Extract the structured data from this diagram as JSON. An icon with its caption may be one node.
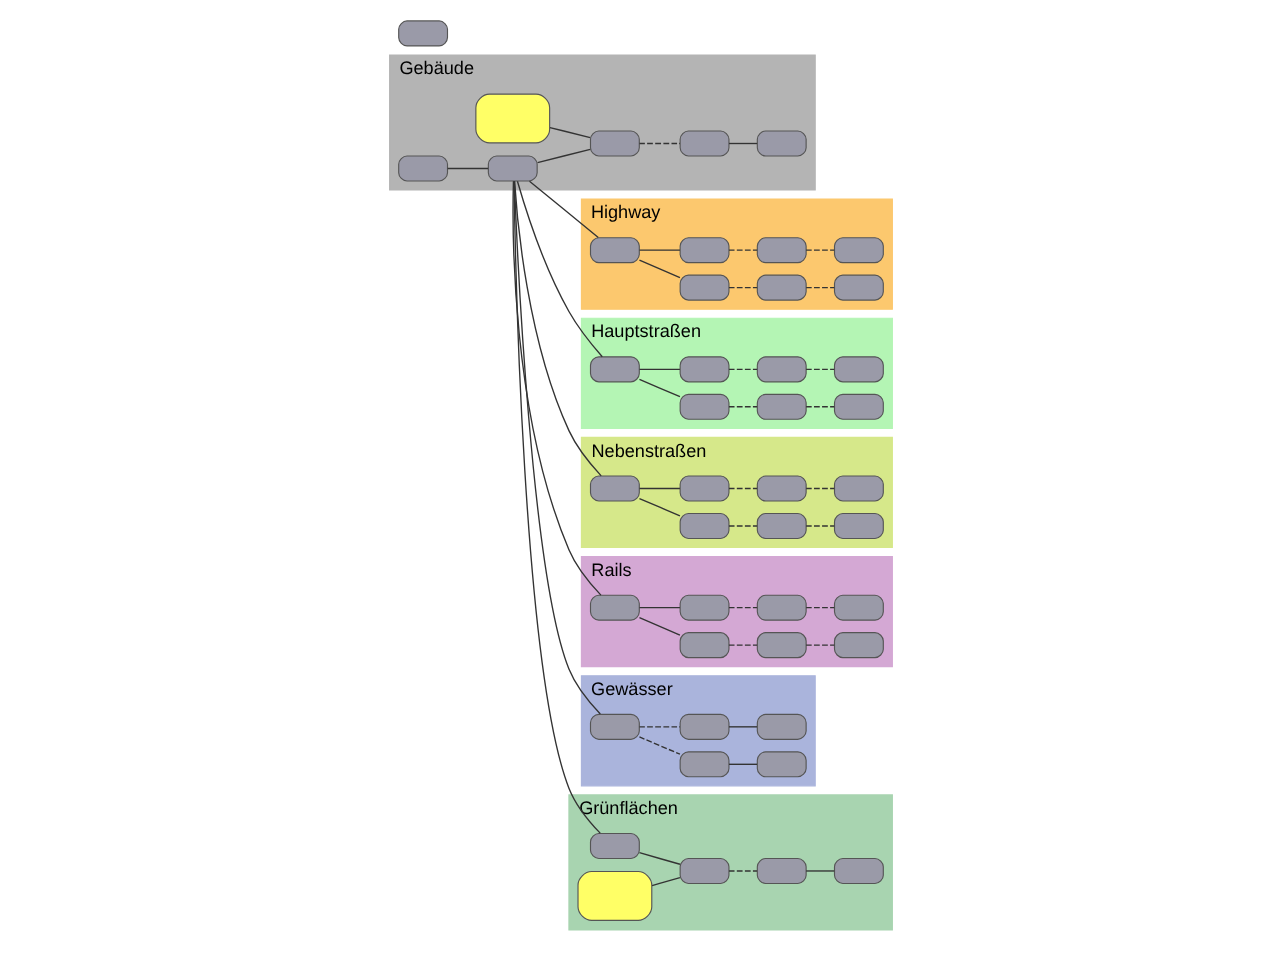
{
  "diagram": {
    "nodes": [
      {
        "text": [
          "Gebäude"
        ]
      },
      {
        "text": [],
        "shape": "box",
        "in": 0
      },
      {
        "text": [],
        "shape": "box",
        "in": 0
      },
      {
        "text": [],
        "shape": "box",
        "in": 0
      },
      {
        "text": [],
        "shape": "box",
        "in": 0
      },
      {
        "text": [],
        "shape": "box",
        "in": 0
      },
      {
        "text": [],
        "shape": "box",
        "in": 0
      },
      {
        "text": [
          "Highway"
        ]
      },
      {
        "text": [],
        "shape": "box",
        "in": 7
      },
      {
        "text": [],
        "shape": "box",
        "in": 7
      },
      {
        "text": [],
        "shape": "box",
        "in": 7
      },
      {
        "text": [],
        "shape": "box",
        "in": 7
      },
      {
        "text": [],
        "shape": "box",
        "in": 7
      },
      {
        "text": [],
        "shape": "box",
        "in": 7
      },
      {
        "text": [],
        "shape": "box",
        "in": 7
      },
      {
        "text": [
          "Hauptstraßen"
        ]
      },
      {
        "text": [],
        "shape": "box",
        "in": 15
      },
      {
        "text": [],
        "shape": "box",
        "in": 15
      },
      {
        "text": [],
        "shape": "box",
        "in": 15
      },
      {
        "text": [],
        "shape": "box",
        "in": 15
      },
      {
        "text": [],
        "shape": "box",
        "in": 15
      },
      {
        "text": [],
        "shape": "box",
        "in": 15
      },
      {
        "text": [],
        "shape": "box",
        "in": 15
      },
      {
        "text": [
          "Nebenstraßen"
        ]
      },
      {
        "text": [],
        "shape": "box",
        "in": 23
      },
      {
        "text": [],
        "shape": "box",
        "in": 23
      },
      {
        "text": [],
        "shape": "box",
        "in": 23
      },
      {
        "text": [],
        "shape": "box",
        "in": 23
      },
      {
        "text": [],
        "shape": "box",
        "in": 23
      },
      {
        "text": [],
        "shape": "box",
        "in": 23
      },
      {
        "text": [],
        "shape": "box",
        "in": 23
      },
      {
        "text": [
          "Rails"
        ]
      },
      {
        "text": [],
        "shape": "box",
        "in": 31
      },
      {
        "text": [],
        "shape": "box",
        "in": 31
      },
      {
        "text": [],
        "shape": "box",
        "in": 31
      },
      {
        "text": [],
        "shape": "box",
        "in": 31
      },
      {
        "text": [],
        "shape": "box",
        "in": 31
      },
      {
        "text": [],
        "shape": "box",
        "in": 31
      },
      {
        "text": [],
        "shape": "box",
        "in": 31
      },
      {
        "text": [
          "Gewässer"
        ]
      },
      {
        "text": [],
        "shape": "box",
        "in": 39
      },
      {
        "text": [],
        "shape": "box",
        "in": 39
      },
      {
        "text": [],
        "shape": "box",
        "in": 39
      },
      {
        "text": [],
        "shape": "box",
        "in": 39
      },
      {
        "text": [],
        "shape": "box",
        "in": 39
      },
      {
        "text": [
          "Grünflächen"
        ]
      },
      {
        "text": [],
        "shape": "box",
        "in": 45
      },
      {
        "text": [],
        "shape": "box",
        "in": 45
      },
      {
        "text": [],
        "shape": "box",
        "in": 45
      },
      {
        "text": [],
        "shape": "box",
        "in": 45
      },
      {
        "text": [],
        "shape": "box",
        "in": 45
      },
      {
        "text": [],
        "shape": "box"
      }
    ],
    "edges": [
      {
        "from": 1,
        "to": 2,
        "arrow": "none"
      },
      {
        "from": 2,
        "to": 4,
        "arrow": "none"
      },
      {
        "from": 3,
        "to": 4,
        "arrow": "none"
      },
      {
        "from": 4,
        "to": 5,
        "arrow": "none",
        "style": "dashed"
      },
      {
        "from": 5,
        "to": 6,
        "arrow": "none"
      },
      {
        "from": 2,
        "to": 8,
        "arrow": "none"
      },
      {
        "from": 2,
        "to": 16,
        "arrow": "none"
      },
      {
        "from": 2,
        "to": 24,
        "arrow": "none"
      },
      {
        "from": 2,
        "to": 32,
        "arrow": "none"
      },
      {
        "from": 2,
        "to": 40,
        "arrow": "none"
      },
      {
        "from": 2,
        "to": 46,
        "arrow": "none"
      },
      {
        "from": 8,
        "to": 9,
        "arrow": "none"
      },
      {
        "from": 9,
        "to": 10,
        "arrow": "none",
        "style": "dashed"
      },
      {
        "from": 10,
        "to": 11,
        "arrow": "none",
        "style": "dashed"
      },
      {
        "from": 8,
        "to": 12,
        "arrow": "none"
      },
      {
        "from": 12,
        "to": 13,
        "arrow": "none",
        "style": "dashed"
      },
      {
        "from": 13,
        "to": 14,
        "arrow": "none",
        "style": "dashed"
      },
      {
        "from": 16,
        "to": 17,
        "arrow": "none"
      },
      {
        "from": 17,
        "to": 18,
        "arrow": "none",
        "style": "dashed"
      },
      {
        "from": 18,
        "to": 19,
        "arrow": "none",
        "style": "dashed"
      },
      {
        "from": 16,
        "to": 20,
        "arrow": "none"
      },
      {
        "from": 20,
        "to": 21,
        "arrow": "none",
        "style": "dashed"
      },
      {
        "from": 21,
        "to": 22,
        "arrow": "none",
        "style": "dashed"
      },
      {
        "from": 24,
        "to": 25,
        "arrow": "none"
      },
      {
        "from": 25,
        "to": 26,
        "arrow": "none",
        "style": "dashed"
      },
      {
        "from": 26,
        "to": 27,
        "arrow": "none",
        "style": "dashed"
      },
      {
        "from": 24,
        "to": 28,
        "arrow": "none"
      },
      {
        "from": 28,
        "to": 29,
        "arrow": "none",
        "style": "dashed"
      },
      {
        "from": 29,
        "to": 30,
        "arrow": "none",
        "style": "dashed"
      },
      {
        "from": 32,
        "to": 33,
        "arrow": "none"
      },
      {
        "from": 33,
        "to": 34,
        "arrow": "none",
        "style": "dashed"
      },
      {
        "from": 34,
        "to": 35,
        "arrow": "none",
        "style": "dashed"
      },
      {
        "from": 32,
        "to": 36,
        "arrow": "none"
      },
      {
        "from": 36,
        "to": 37,
        "arrow": "none",
        "style": "dashed"
      },
      {
        "from": 37,
        "to": 38,
        "arrow": "none",
        "style": "dashed"
      },
      {
        "from": 40,
        "to": 41,
        "arrow": "none",
        "style": "dashed"
      },
      {
        "from": 41,
        "to": 42,
        "arrow": "none"
      },
      {
        "from": 40,
        "to": 43,
        "arrow": "none",
        "style": "dashed"
      },
      {
        "from": 43,
        "to": 44,
        "arrow": "none"
      },
      {
        "from": 46,
        "to": 48,
        "arrow": "none"
      },
      {
        "from": 47,
        "to": 48,
        "arrow": "none"
      },
      {
        "from": 48,
        "to": 49,
        "arrow": "none",
        "style": "dashed"
      },
      {
        "from": 49,
        "to": 50,
        "arrow": "none"
      }
    ]
  }
}
